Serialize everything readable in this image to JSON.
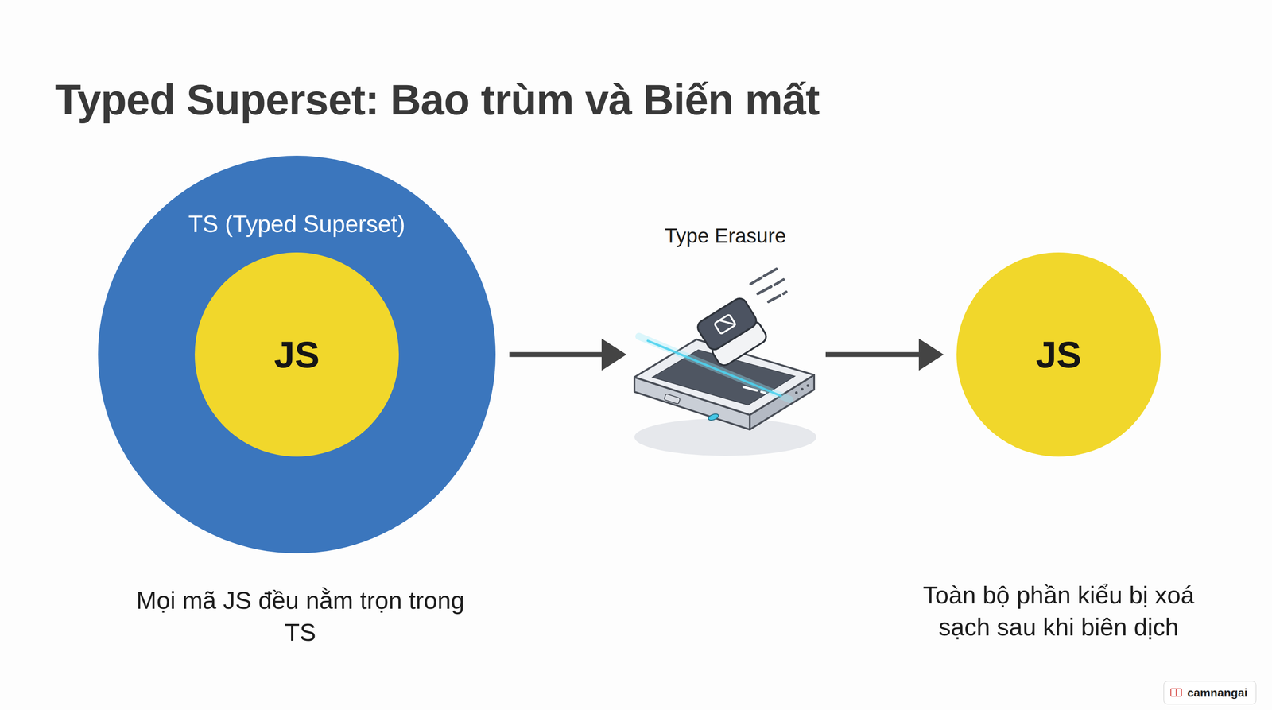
{
  "diagram": {
    "title": "Typed Superset: Bao trùm và Biến mất",
    "nodes": [
      {
        "text": [
          "TS (Typed Superset)"
        ]
      },
      {
        "text": [
          "JS"
        ],
        "in": 0
      },
      {
        "text": [
          "Type Erasure"
        ]
      },
      {
        "text": [
          "JS"
        ]
      }
    ],
    "edges": [
      {
        "from": 0,
        "to": 2,
        "arrow": "to"
      },
      {
        "from": 2,
        "to": 3,
        "arrow": "to"
      }
    ],
    "labels": [
      "Mọi mã JS đều nằm trọn trong TS",
      "Toàn bộ phần kiểu bị xoá sạch sau khi biên dịch",
      "camnangai"
    ]
  }
}
